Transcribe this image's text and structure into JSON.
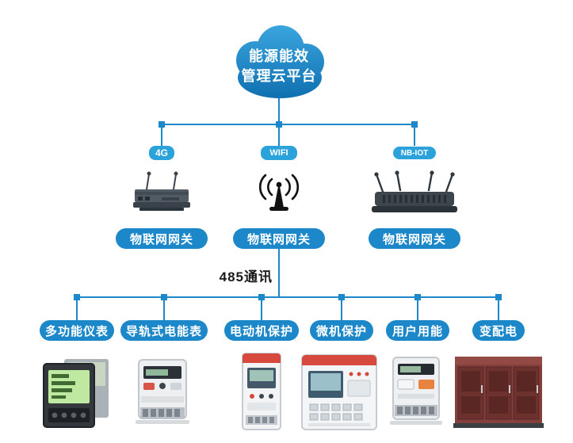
{
  "diagram": {
    "cloud": {
      "line1": "能源能效",
      "line2": "管理云平台"
    },
    "bus_label": "485通讯",
    "gateways": [
      {
        "badge": "4G",
        "label": "物联网网关",
        "icon": "4g-router-icon"
      },
      {
        "badge": "WIFI",
        "label": "物联网网关",
        "icon": "wifi-antenna-icon"
      },
      {
        "badge": "NB-IOT",
        "label": "物联网网关",
        "icon": "nbiot-router-icon"
      }
    ],
    "devices": [
      {
        "label": "多功能仪表",
        "icon": "multifunction-meter-image"
      },
      {
        "label": "导轨式电能表",
        "icon": "din-rail-meter-image"
      },
      {
        "label": "电动机保护",
        "icon": "motor-protector-image"
      },
      {
        "label": "微机保护",
        "icon": "microcomputer-protector-image"
      },
      {
        "label": "用户用能",
        "icon": "user-energy-meter-image"
      },
      {
        "label": "变配电",
        "icon": "power-distribution-cabinet-image"
      }
    ]
  },
  "colors": {
    "line_blue": "#1c87c9",
    "button_blue": "#1c87c9",
    "badge_blue": "#2ba2da",
    "cloud_gradient_top": "#3aa5de",
    "cloud_gradient_bottom": "#0f70b0",
    "button_text": "#ffffff",
    "bus_label_text": "#1a1a1a",
    "background": "#ffffff"
  }
}
